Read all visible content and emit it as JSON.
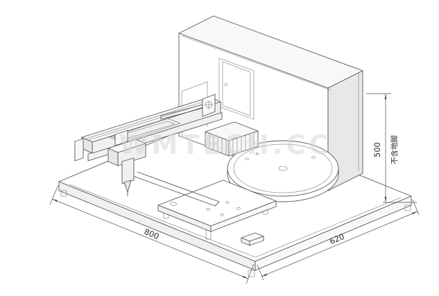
{
  "page": {
    "background": "#ffffff"
  },
  "drawing": {
    "description": "Isometric CAD line drawing of a benchtop automation machine: base plate with rotary turntable, work table, linear gantry stage with dispensing head, and vertical equipment tower",
    "watermark": "WMTECH.CC",
    "colors": {
      "line": "#555555",
      "dim": "#4d4d4d",
      "watermark": "#d4d4d4",
      "face_white": "#ffffff",
      "face_light": "#f8f8f8",
      "face_shade": "#e8e8e8"
    },
    "dimensions": {
      "width": {
        "value": "800"
      },
      "depth": {
        "value": "620"
      },
      "height": {
        "value": "500",
        "note": "不含地脚"
      }
    }
  }
}
